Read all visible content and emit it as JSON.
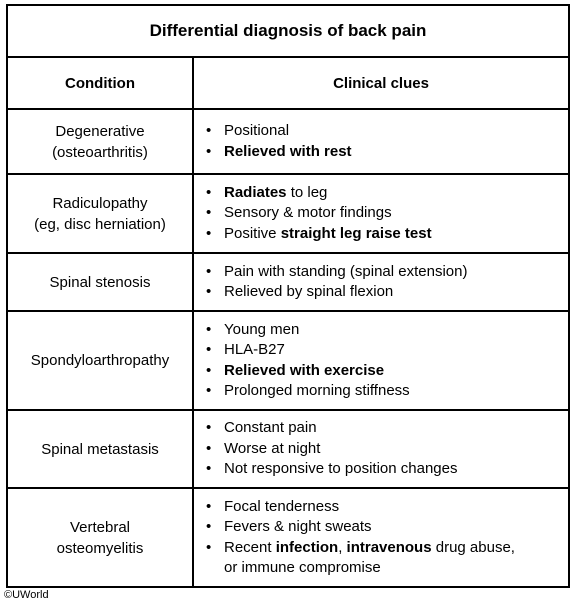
{
  "title": "Differential diagnosis of back pain",
  "headers": {
    "condition": "Condition",
    "clues": "Clinical clues"
  },
  "rows": [
    {
      "condition": [
        "Degenerative",
        "(osteoarthritis)"
      ],
      "clues": [
        [
          {
            "t": "Positional"
          }
        ],
        [
          {
            "t": "Relieved with rest",
            "b": true
          }
        ]
      ]
    },
    {
      "condition": [
        "Radiculopathy",
        "(eg, disc herniation)"
      ],
      "clues": [
        [
          {
            "t": "Radiates",
            "b": true
          },
          {
            "t": " to leg"
          }
        ],
        [
          {
            "t": "Sensory & motor findings"
          }
        ],
        [
          {
            "t": "Positive "
          },
          {
            "t": "straight leg raise test",
            "b": true
          }
        ]
      ]
    },
    {
      "condition": [
        "Spinal stenosis"
      ],
      "clues": [
        [
          {
            "t": "Pain with standing (spinal extension)"
          }
        ],
        [
          {
            "t": "Relieved by spinal flexion"
          }
        ]
      ]
    },
    {
      "condition": [
        "Spondyloarthropathy"
      ],
      "clues": [
        [
          {
            "t": "Young men"
          }
        ],
        [
          {
            "t": "HLA-B27"
          }
        ],
        [
          {
            "t": "Relieved with exercise",
            "b": true
          }
        ],
        [
          {
            "t": "Prolonged morning stiffness"
          }
        ]
      ]
    },
    {
      "condition": [
        "Spinal metastasis"
      ],
      "clues": [
        [
          {
            "t": "Constant pain"
          }
        ],
        [
          {
            "t": "Worse at night"
          }
        ],
        [
          {
            "t": "Not responsive to position changes"
          }
        ]
      ]
    },
    {
      "condition": [
        "Vertebral",
        "osteomyelitis"
      ],
      "clues": [
        [
          {
            "t": "Focal tenderness"
          }
        ],
        [
          {
            "t": "Fevers & night sweats"
          }
        ],
        [
          {
            "t": "Recent "
          },
          {
            "t": "infection",
            "b": true
          },
          {
            "t": ", "
          },
          {
            "t": "intravenous",
            "b": true
          },
          {
            "t": " drug abuse,"
          },
          {
            "t": "or immune compromise",
            "nl": true
          }
        ]
      ]
    }
  ],
  "bullet": "•",
  "copyright": "©UWorld"
}
